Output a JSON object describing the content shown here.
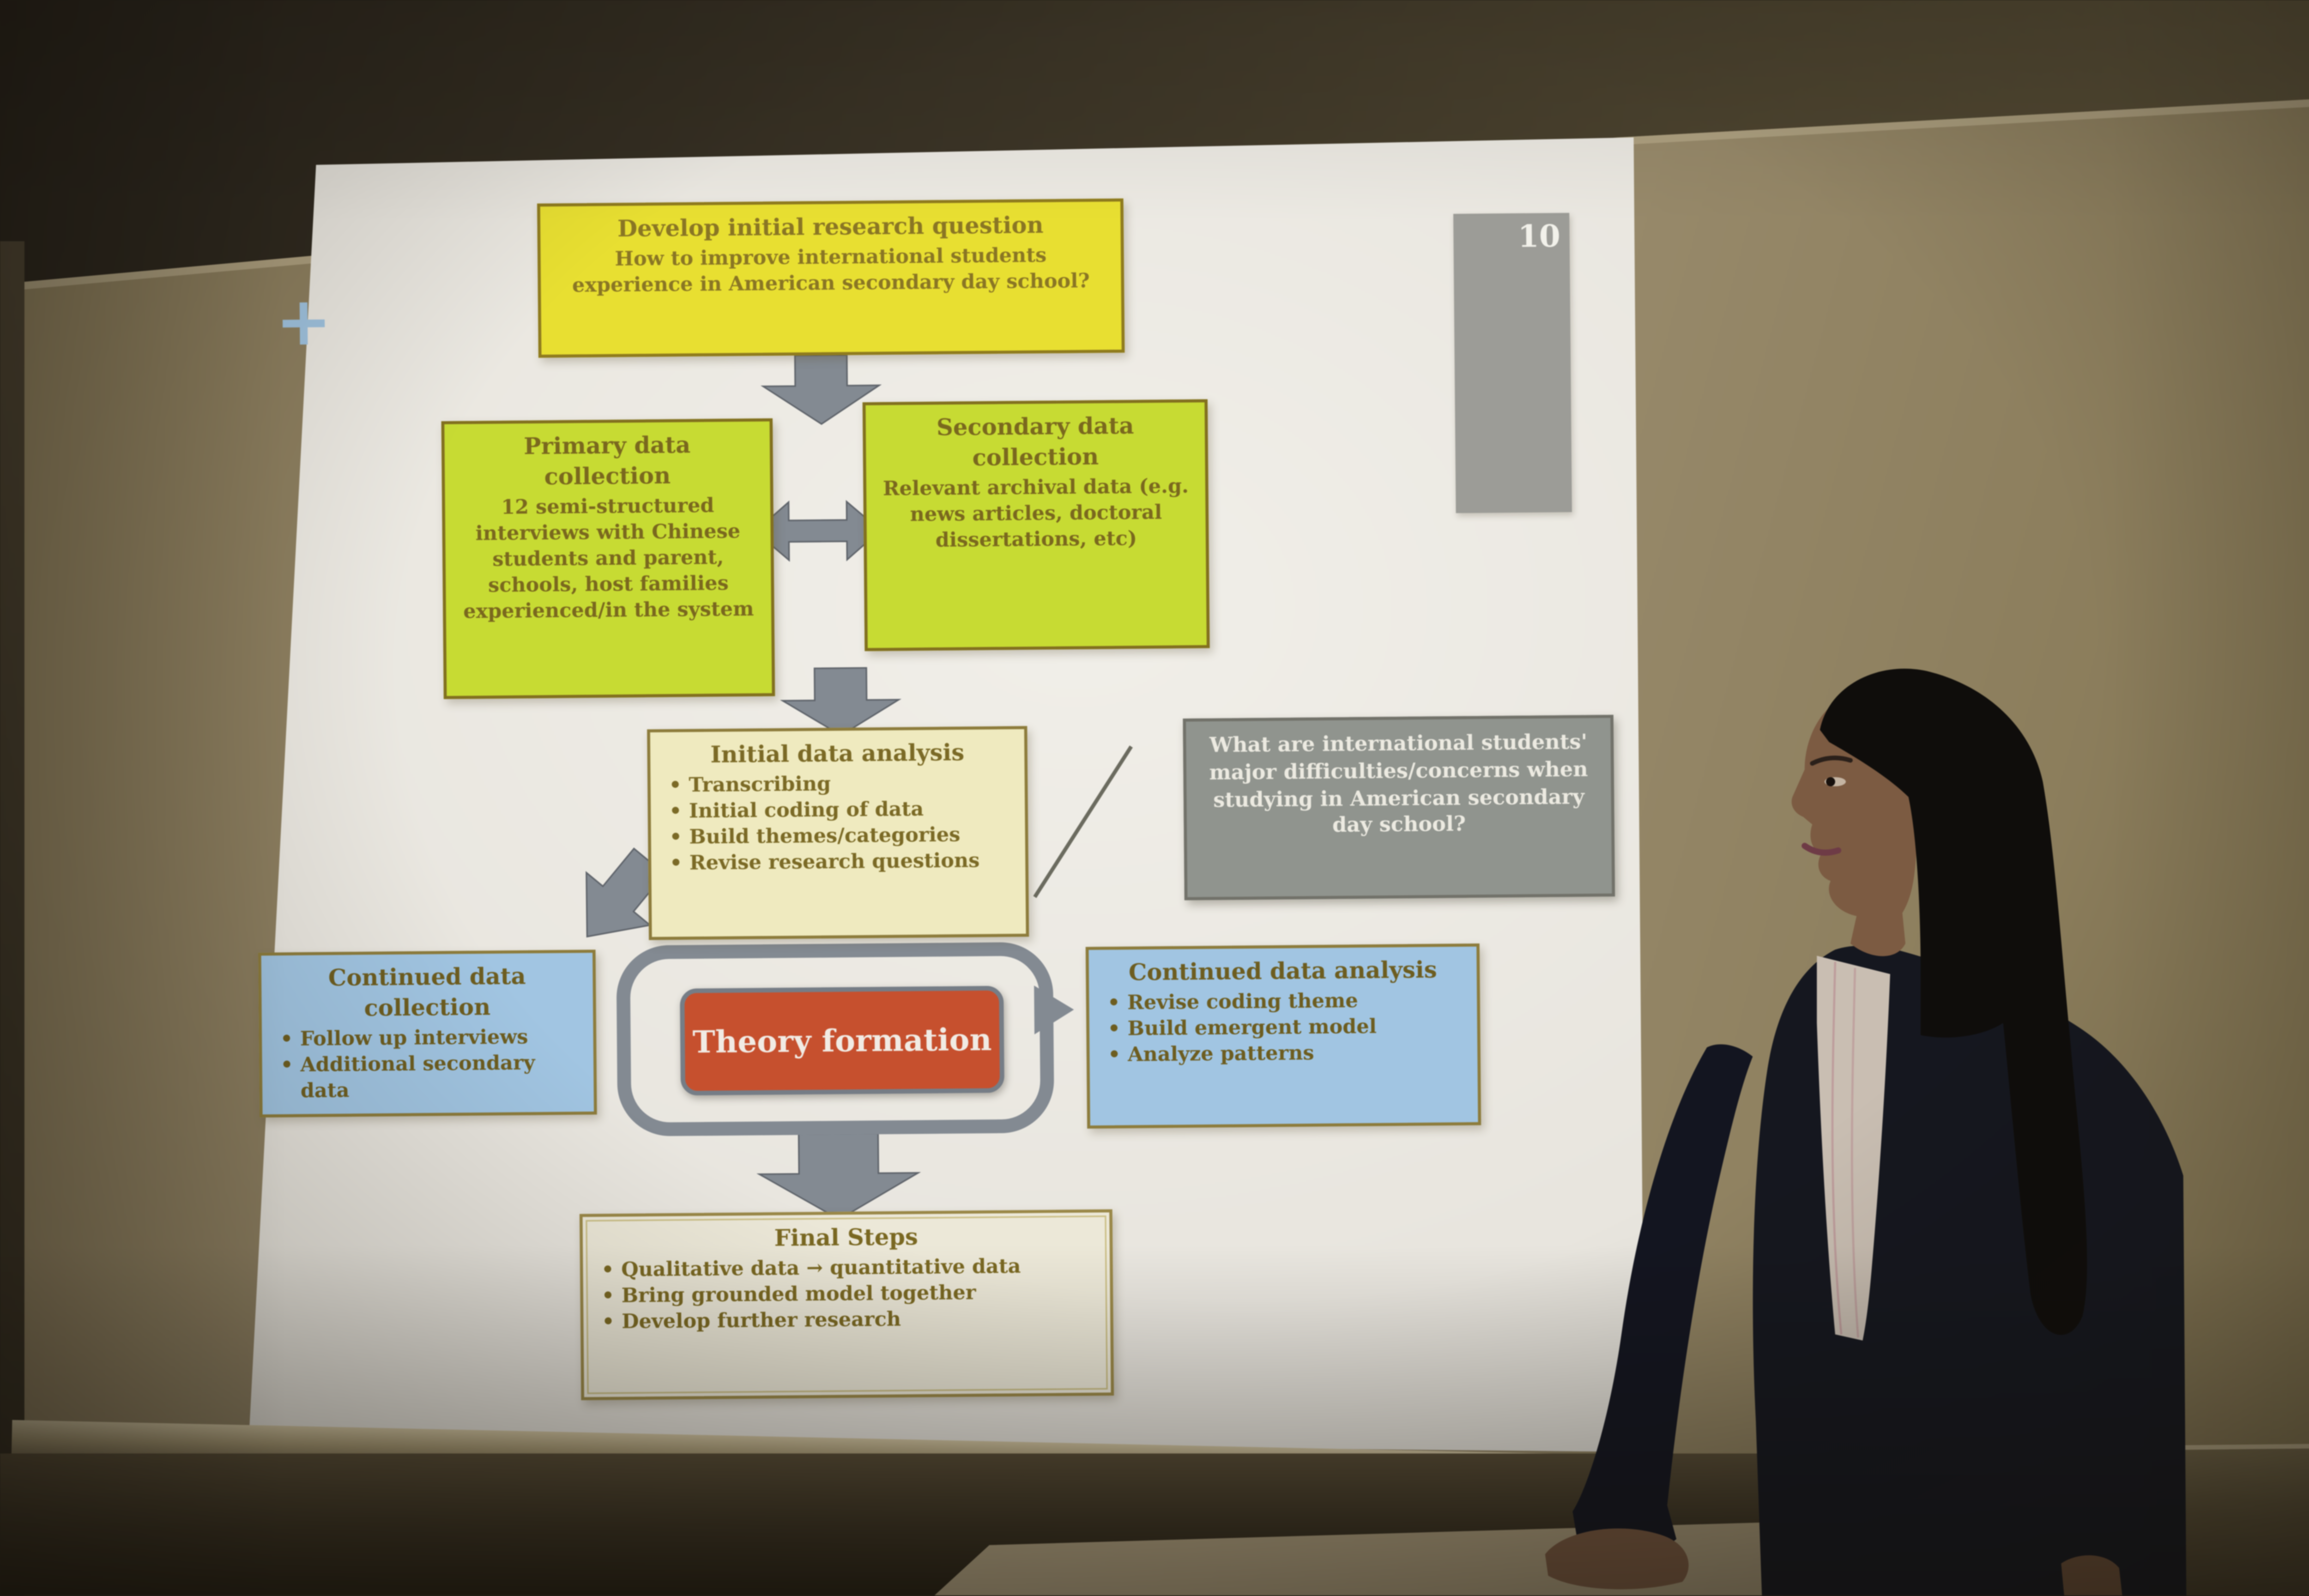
{
  "slide": {
    "plus_glyph": "+",
    "page_number": "10",
    "develop_box": {
      "title": "Develop initial research question",
      "body": "How to improve international students experience in American secondary day school?"
    },
    "primary_box": {
      "title": "Primary data collection",
      "body": "12 semi-structured interviews with Chinese students and parent, schools, host families experienced/in the system"
    },
    "secondary_box": {
      "title": "Secondary data collection",
      "body": "Relevant archival data (e.g. news articles, doctoral dissertations, etc)"
    },
    "analysis_box": {
      "title": "Initial data analysis",
      "bullets": [
        "Transcribing",
        "Initial coding of data",
        "Build themes/categories",
        "Revise research questions"
      ]
    },
    "question_box": {
      "body": "What are international students' major difficulties/concerns when studying in American secondary day school?"
    },
    "continued_collection_box": {
      "title": "Continued data collection",
      "bullets": [
        "Follow up interviews",
        "Additional secondary data"
      ]
    },
    "theory_box": {
      "label": "Theory formation"
    },
    "continued_analysis_box": {
      "title": "Continued data analysis",
      "bullets": [
        "Revise coding theme",
        "Build emergent model",
        "Analyze patterns"
      ]
    },
    "final_box": {
      "title": "Final Steps",
      "bullets": [
        "Qualitative data → quantitative data",
        "Bring grounded model together",
        "Develop further research"
      ]
    },
    "colors": {
      "yellow_box": "#e8df31",
      "green_box": "#c7db33",
      "cream_box": "#efeabf",
      "gray_box": "#90948e",
      "blue_box": "#a1c5e2",
      "theory_red": "#c6502e",
      "arrow_gray": "#838a92",
      "plus_blue": "#9ec1dd"
    }
  }
}
